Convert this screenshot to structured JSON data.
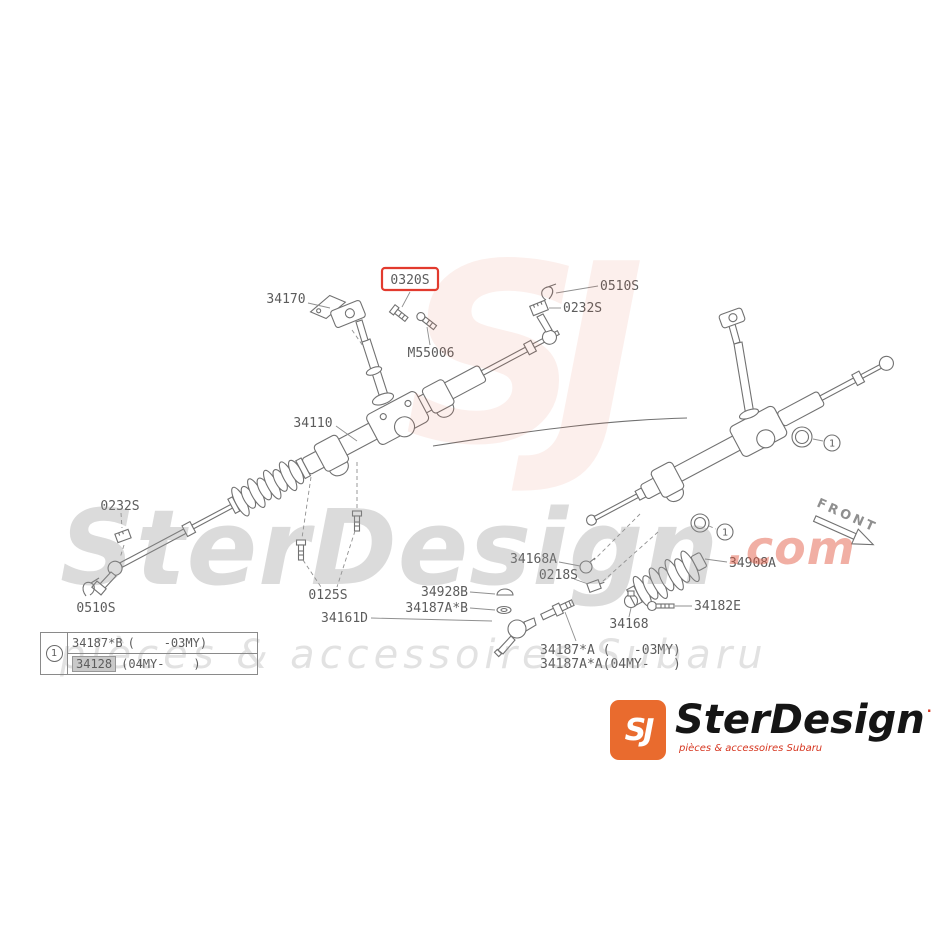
{
  "brand": {
    "name": "SterDesign",
    "tld": ".com",
    "tagline": "pièces & accessoires Subaru",
    "monogram": "SJ"
  },
  "front_label": "FRONT",
  "labels": {
    "p0320s": "0320S",
    "p34170": "34170",
    "p0510s_top": "0510S",
    "p0232s_top": "0232S",
    "pm55006": "M55006",
    "p34110": "34110",
    "p0232s_left": "0232S",
    "p0510s_left": "0510S",
    "p0125s": "0125S",
    "p34168a": "34168A",
    "p0218s": "0218S",
    "p34908a": "34908A",
    "p34928b": "34928B",
    "p34187a_b": "34187A*B",
    "p34161d": "34161D",
    "p34182e": "34182E",
    "p34168": "34168",
    "p34187_a_03my": "34187*A (   -03MY)",
    "p34187a_a_04my": "34187A*A(04MY-   )"
  },
  "legend": {
    "marker": "1",
    "rows": [
      {
        "part": "34187*B",
        "range": "(    -03MY)"
      },
      {
        "part": "34128",
        "range": "(04MY-    )"
      }
    ]
  }
}
